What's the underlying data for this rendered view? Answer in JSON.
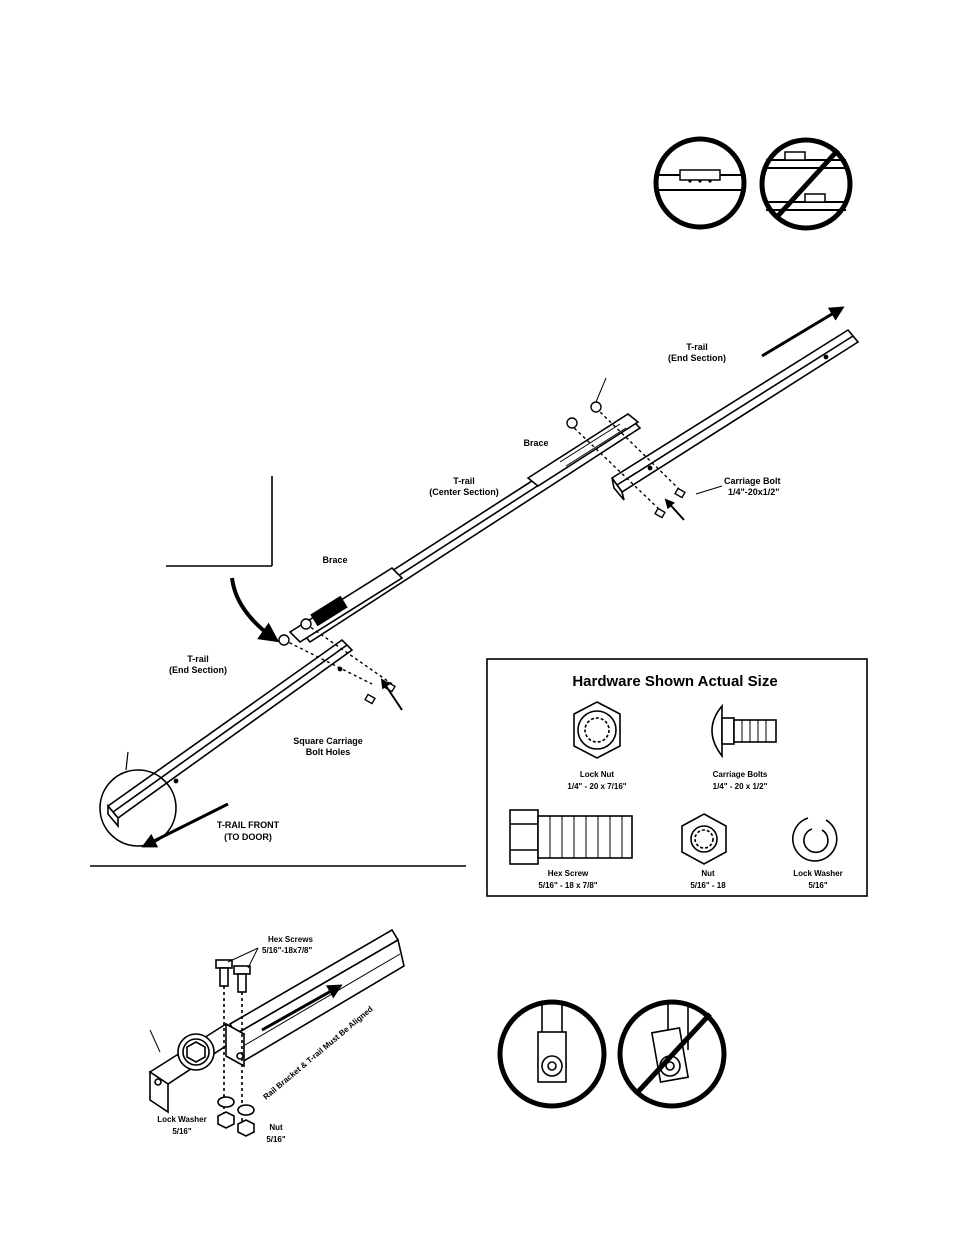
{
  "assembly": {
    "t_rail_end_top_1": "T-rail",
    "t_rail_end_top_2": "(End Section)",
    "brace_top": "Brace",
    "t_rail_center_1": "T-rail",
    "t_rail_center_2": "(Center Section)",
    "carriage_bolt_1": "Carriage Bolt",
    "carriage_bolt_2": "1/4\"-20x1/2\"",
    "brace_bottom": "Brace",
    "t_rail_end_bottom_1": "T-rail",
    "t_rail_end_bottom_2": "(End Section)",
    "square_holes_1": "Square Carriage",
    "square_holes_2": "Bolt Holes",
    "front_1": "T-RAIL FRONT",
    "front_2": "(TO DOOR)"
  },
  "hardware": {
    "title": "Hardware Shown Actual Size",
    "lock_nut_1": "Lock Nut",
    "lock_nut_2": "1/4\" - 20 x 7/16\"",
    "carriage_bolts_1": "Carriage Bolts",
    "carriage_bolts_2": "1/4\" - 20 x 1/2\"",
    "hex_screw_1": "Hex Screw",
    "hex_screw_2": "5/16\" - 18 x 7/8\"",
    "nut_1": "Nut",
    "nut_2": "5/16\" - 18",
    "lock_washer_1": "Lock Washer",
    "lock_washer_2": "5/16\""
  },
  "bracket": {
    "hex_screws_1": "Hex Screws",
    "hex_screws_2": "5/16\"-18x7/8\"",
    "aligned": "Rail Bracket & T-rail Must Be Aligned",
    "lock_washer_1": "Lock Washer",
    "lock_washer_2": "5/16\"",
    "nut_1": "Nut",
    "nut_2": "5/16\""
  }
}
